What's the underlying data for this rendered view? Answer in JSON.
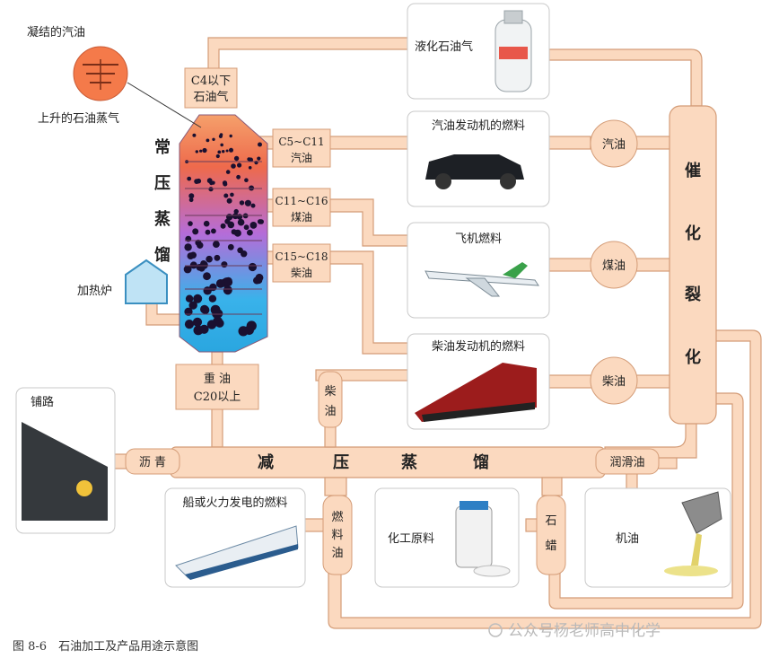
{
  "labels": {
    "condensed_gasoline": "凝结的汽油",
    "rising_vapor": "上升的石油蒸气",
    "heating_furnace": "加热炉",
    "atmospheric_distillation": [
      "常",
      "压",
      "蒸",
      "馏"
    ],
    "c4": {
      "line1": "C4以下",
      "line2": "石油气"
    },
    "c5": {
      "line1": "C5~C11",
      "line2": "汽油"
    },
    "c11": {
      "line1": "C11~C16",
      "line2": "煤油"
    },
    "c15": {
      "line1": "C15~C18",
      "line2": "柴油"
    },
    "heavy_oil": {
      "line1": "重 油",
      "line2": "C20以上"
    },
    "vacuum_distillation": [
      "减",
      "压",
      "蒸",
      "馏"
    ],
    "catalytic_cracking": [
      "催",
      "化",
      "裂",
      "化"
    ],
    "diesel_vertical": [
      "柴",
      "油"
    ],
    "fuel_oil_vertical": [
      "燃",
      "料",
      "油"
    ],
    "paraffin_vertical": [
      "石",
      "蜡"
    ],
    "asphalt": "沥 青",
    "lubricant": "润滑油",
    "gasoline_circle": "汽油",
    "kerosene_circle": "煤油",
    "diesel_circle": "柴油"
  },
  "products": {
    "lpg": "液化石油气",
    "gasoline_engine": "汽油发动机的燃料",
    "jet_fuel": "飞机燃料",
    "diesel_engine": "柴油发动机的燃料",
    "paving": "铺路",
    "ship_fuel": "船或火力发电的燃料",
    "chemical": "化工原料",
    "engine_oil": "机油"
  },
  "caption": "图 8-6　石油加工及产品用途示意图",
  "watermark": "公众号杨老师高中化学",
  "colors": {
    "pipe": "#fbd9bf",
    "pipe_stroke": "#d49c77",
    "tower_top": "#f26a3e",
    "tower_mid": "#c46ad8",
    "tower_bottom": "#35b8e8"
  }
}
